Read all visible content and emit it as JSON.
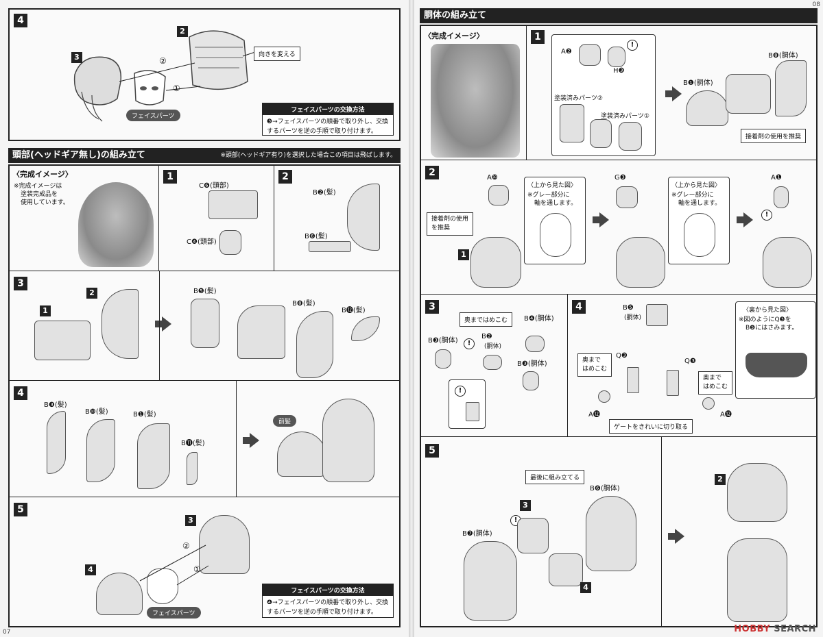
{
  "left": {
    "s4": {
      "step": "4",
      "n2": "2",
      "n3": "3",
      "c2": "②",
      "c1": "①",
      "note": "向きを変える",
      "face_pill": "フェイスパーツ",
      "info_title": "フェイスパーツの交換方法",
      "info_l1": "❸→フェイスパーツの順番で取り外し、交換",
      "info_l2": "するパーツを逆の手順で取り付けます。"
    },
    "head_section": {
      "title": "頭部(ヘッドギア無し)の組み立て",
      "note": "※頭部(ヘッドギア有り)を選択した場合この項目は飛ばします。"
    },
    "complete": {
      "title": "〈完成イメージ〉",
      "l1": "※完成イメージは",
      "l2": "塗装完成品を",
      "l3": "使用しています。"
    },
    "h1": {
      "step": "1",
      "a": "C❻(頭部)",
      "b": "C❹(頭部)"
    },
    "h2": {
      "step": "2",
      "a": "B❷(髪)",
      "b": "B❻(髪)"
    },
    "h3": {
      "step": "3",
      "n1": "1",
      "n2": "2",
      "a": "B❺(髪)",
      "b": "B❽(髪)",
      "c": "B⓬(髪)"
    },
    "h4": {
      "step": "4",
      "a": "B❸(髪)",
      "b": "B❿(髪)",
      "c": "B❶(髪)",
      "d": "B⓫(髪)",
      "pill": "前髪"
    },
    "h5": {
      "step": "5",
      "n3": "3",
      "n4": "4",
      "c2": "②",
      "c1": "①",
      "face_pill": "フェイスパーツ",
      "info_title": "フェイスパーツの交換方法",
      "info_l1": "❹→フェイスパーツの順番で取り外し、交換",
      "info_l2": "するパーツを逆の手順で取り付けます。"
    },
    "page_num": "07"
  },
  "right": {
    "title": "胴体の組み立て",
    "complete": "〈完成イメージ〉",
    "b1": {
      "step": "1",
      "a2": "A❷",
      "h3": "H❸",
      "p2": "塗装済みパーツ②",
      "p1": "塗装済みパーツ①",
      "b8": "B❽(胴体)",
      "b1": "B❶(胴体)",
      "glue": "接着剤の使用を推奨"
    },
    "b2": {
      "step": "2",
      "a10": "A❿",
      "glue_l1": "接着剤の使用",
      "glue_l2": "を推奨",
      "n1": "1",
      "top1_title": "〈上から見た図〉",
      "top1_l1": "※グレー部分に",
      "top1_l2": "軸を通します。",
      "g3": "G❸",
      "top2_title": "〈上から見た図〉",
      "top2_l1": "※グレー部分に",
      "top2_l2": "軸を通します。",
      "a1": "A❶"
    },
    "b3": {
      "step": "3",
      "push": "奥まではめこむ",
      "b4": "B❹(胴体)",
      "b2a": "B❷",
      "b2b": "(胴体)",
      "b3l": "B❸(胴体)",
      "b3r": "B❸(胴体)"
    },
    "b4": {
      "step": "4",
      "b5a": "B❺",
      "b5b": "(胴体)",
      "back_title": "〈裏から見た図〉",
      "back_l1": "※図のようにQ❸を",
      "back_l2": "B❺にはさみます。",
      "q3l": "Q❸",
      "q3r": "Q❸",
      "push_l1": "奥まで",
      "push_l2": "はめこむ",
      "push_r1": "奥まで",
      "push_r2": "はめこむ",
      "a12l": "A⓬",
      "a12r": "A⓬",
      "gate": "ゲートをきれいに切り取る"
    },
    "b5": {
      "step": "5",
      "last": "最後に組み立てる",
      "b6": "B❻(胴体)",
      "n3": "3",
      "b7": "B❼(胴体)",
      "n4": "4",
      "n2": "2"
    },
    "page_num": "08"
  },
  "watermark": {
    "a": "HOBBY",
    "b": "SEARCH"
  }
}
